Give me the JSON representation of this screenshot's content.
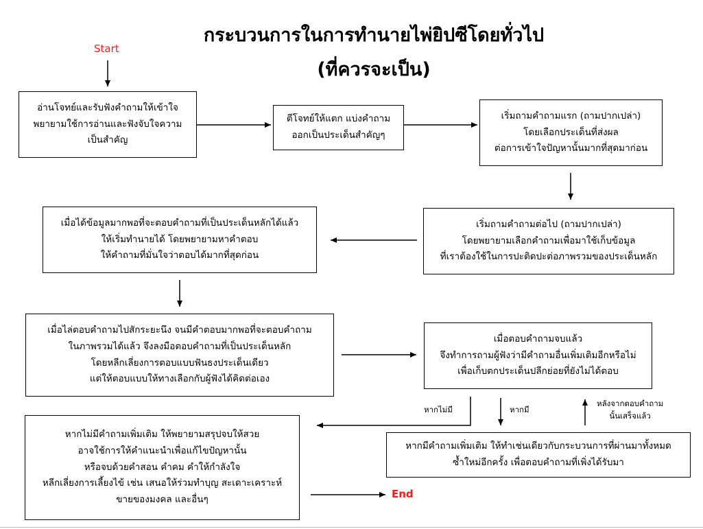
{
  "title": {
    "line1": "กระบวนการในการทำนายไพ่ยิปซีโดยทั่วไป",
    "line2": "(ที่ควรจะเป็น)"
  },
  "start_label": "Start",
  "end_label": "End",
  "colors": {
    "start_end": "#ff1a1a",
    "border": "#000000"
  },
  "boxes": {
    "read_cards": [
      "อ่านโจทย์และรับฟังคำถามให้เข้าใจ",
      "พยายามใช้การอ่านและฟังจับใจความ",
      "เป็นสำคัญ"
    ],
    "break_down": [
      "ตีโจทย์ให้แตก แบ่งคำถาม",
      "ออกเป็นประเด็นสำคัญๆ"
    ],
    "first_question": [
      "เริ่มถามคำถามแรก (ถามปากเปล่า)",
      "โดยเลือกประเด็นที่ส่งผล",
      "ต่อการเข้าใจปัญหานั้นมากที่สุดมาก่อน"
    ],
    "next_question": [
      "เริ่มถามคำถามต่อไป (ถามปากเปล่า)",
      "โดยพยายามเลือกคำถามเพื่อมาใช้เก็บข้อมูล",
      "ที่เราต้องใช้ในการปะติดปะต่อภาพรวมของประเด็นหลัก"
    ],
    "start_predict": [
      "เมื่อได้ข้อมูลมากพอที่จะตอบคำถามที่เป็นประเด็นหลักได้แล้ว",
      "ให้เริ่มทำนายได้ โดยพยายามหาคำตอบ",
      "ให้คำถามที่มั่นใจว่าตอบได้มากที่สุดก่อน"
    ],
    "answer_main": [
      "เมื่อไล่ตอบคำถามไปสักระยะนึง จนมีคำตอบมากพอที่จะตอบคำถาม",
      "ในภาพรวมได้แล้ว จึงลงมือตอบคำถามที่เป็นประเด็นหลัก",
      "โดยหลีกเลี่ยงการตอบแบบฟันธงประเด็นเดียว",
      "แต่ให้ตอบแบบให้ทางเลือกกับผู้ฟังได้คิดต่อเอง"
    ],
    "after_answer": [
      "เมื่อตอบคำถามจบแล้ว",
      "จึงทำการถามผู้ฟังว่ามีคำถามอื่นเพิ่มเติมอีกหรือไม่",
      "เพื่อเก็บตกประเด็นปลีกย่อยที่ยังไม่ได้ตอบ"
    ],
    "no_more": [
      "หากไม่มีคำถามเพิ่มเติม ให้พยายามสรุปจบให้สวย",
      "อาจใช้การให้คำแนะนำเพื่อแก้ไขปัญหานั้น",
      "หรือจบด้วยคำสอน คำคม คำให้กำลังใจ",
      "หลีกเลี่ยงการเลี้ยงไข้ เช่น เสนอให้ร่วมทำบุญ สะเดาะเคราะห์",
      "ขายของมงคล และอื่นๆ"
    ],
    "has_more": [
      "หากมีคำถามเพิ่มเติม ให้ทำเช่นเดียวกับกระบวนการที่ผ่านมาทั้งหมด",
      "ซ้ำใหม่อีกครั้ง เพื่อตอบคำถามที่เพิ่งได้รับมา"
    ]
  },
  "edge_labels": {
    "if_no": "หากไม่มี",
    "if_yes": "หากมี",
    "after_done": [
      "หลังจากตอบคำถาม",
      "นั้นเสร็จแล้ว"
    ]
  }
}
